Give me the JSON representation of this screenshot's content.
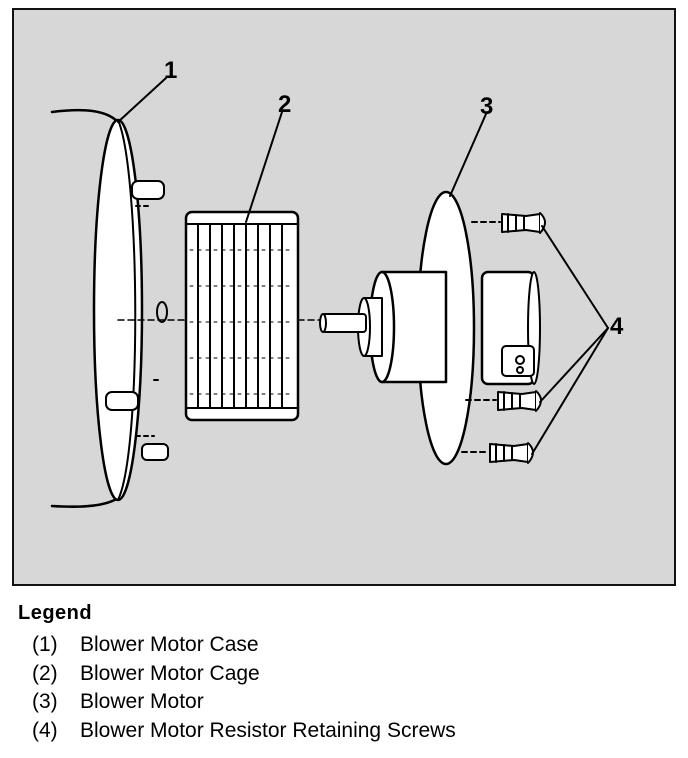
{
  "callouts": [
    "1",
    "2",
    "3",
    "4"
  ],
  "legend": {
    "title": "Legend",
    "items": [
      {
        "num": "(1)",
        "label": "Blower Motor Case"
      },
      {
        "num": "(2)",
        "label": "Blower Motor Cage"
      },
      {
        "num": "(3)",
        "label": "Blower Motor"
      },
      {
        "num": "(4)",
        "label": "Blower Motor Resistor Retaining Screws"
      }
    ]
  }
}
